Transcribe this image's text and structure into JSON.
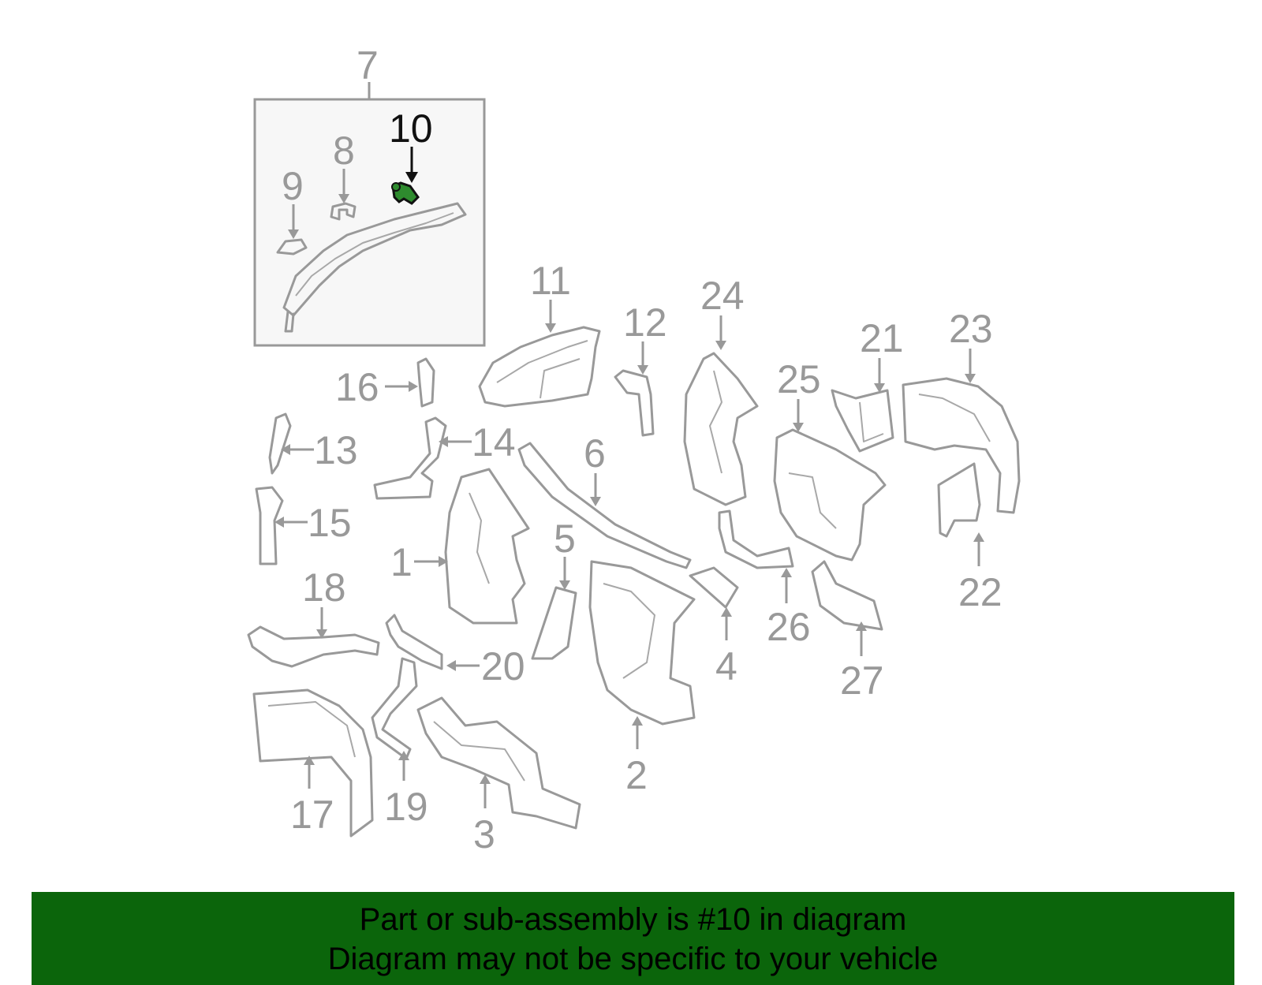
{
  "diagram": {
    "highlight_part": "10",
    "highlight_color": "#2e8b2e",
    "callout_color": "#999999",
    "highlight_callout_color": "#111111",
    "callouts": [
      "1",
      "2",
      "3",
      "4",
      "5",
      "6",
      "7",
      "8",
      "9",
      "10",
      "11",
      "12",
      "13",
      "14",
      "15",
      "16",
      "17",
      "18",
      "19",
      "20",
      "21",
      "22",
      "23",
      "24",
      "25",
      "26",
      "27"
    ]
  },
  "banner": {
    "line1": "Part or sub-assembly is #10 in diagram",
    "line2": "Diagram may not be specific to your vehicle",
    "background": "#0b650b"
  }
}
